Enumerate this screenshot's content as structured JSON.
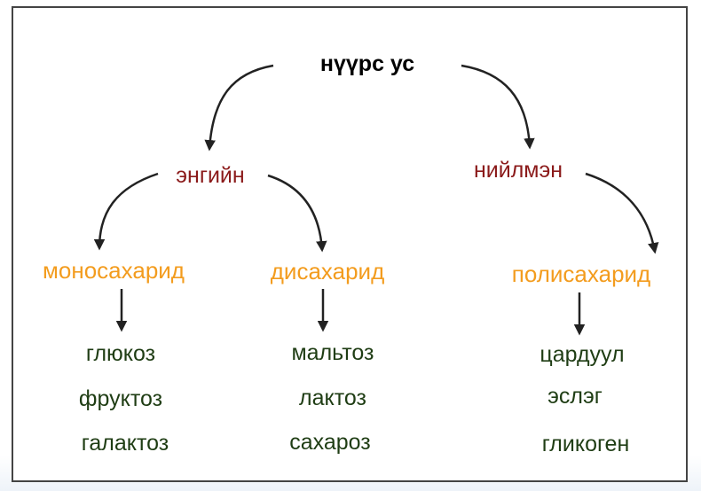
{
  "diagram": {
    "root": "нүүрс ус",
    "simple": "энгийн",
    "complex": "нийлмэн",
    "mono": {
      "label": "моносахарид",
      "items": [
        "глюкоз",
        "фруктоз",
        "галактоз"
      ]
    },
    "di": {
      "label": "дисахарид",
      "items": [
        "мальтоз",
        "лактоз",
        "сахароз"
      ]
    },
    "poly": {
      "label": "полисахарид",
      "items": [
        "цардуул",
        "эслэг",
        "гликоген"
      ]
    }
  },
  "colors": {
    "root": "#000000",
    "level1": "#8b1a1a",
    "level2": "#f39c1e",
    "items": "#1f3d14",
    "arrows": "#222222",
    "frame": "#444444"
  }
}
